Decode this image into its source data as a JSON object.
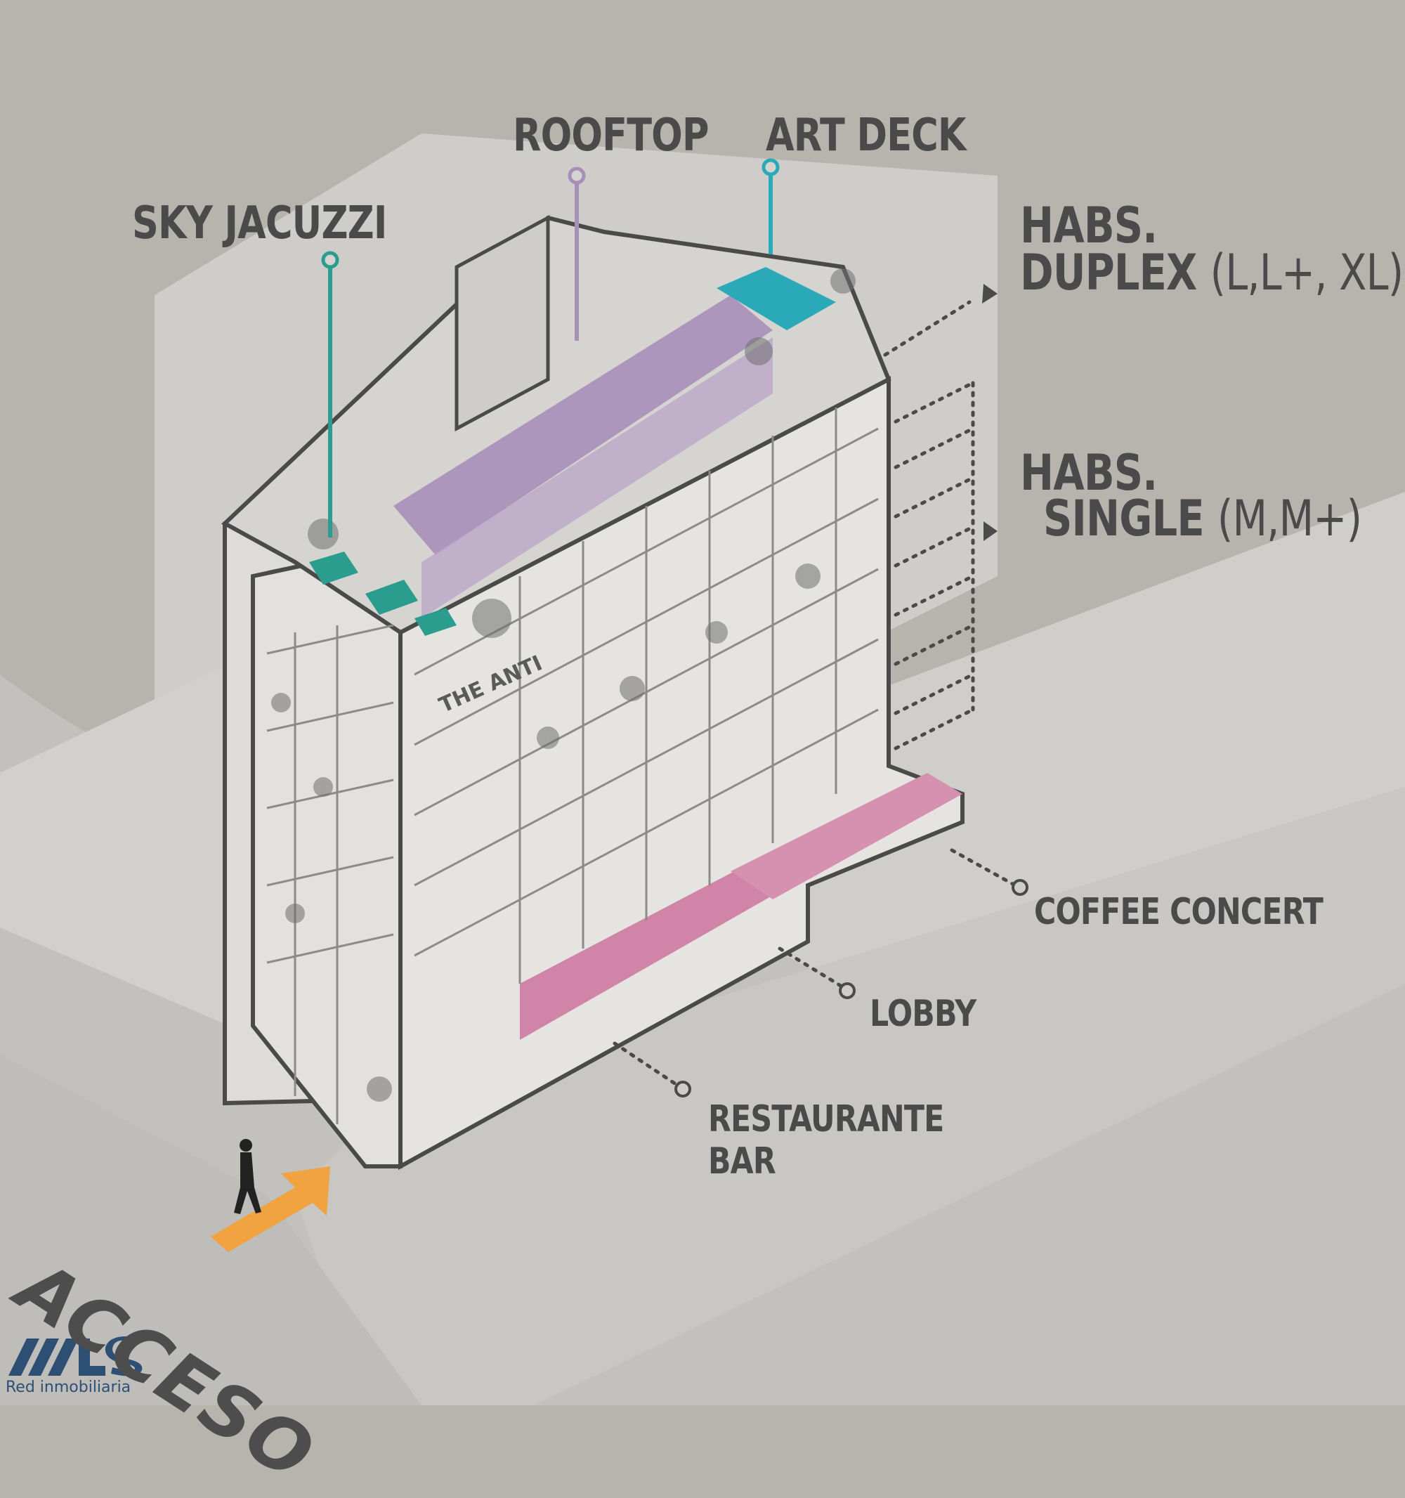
{
  "labels": {
    "rooftop": "ROOFTOP",
    "art_deck": "ART DECK",
    "sky_jacuzzi": "SKY JACUZZI",
    "habs_duplex_line1": "HABS.",
    "habs_duplex_line2": "DUPLEX",
    "habs_duplex_sizes": "(L,L+, XL)",
    "habs_single_line1": "HABS.",
    "habs_single_line2": "SINGLE",
    "habs_single_sizes": "(M,M+)",
    "coffee_concert": "COFFEE CONCERT",
    "lobby": "LOBBY",
    "restaurante_line1": "RESTAURANTE",
    "restaurante_line2": "BAR",
    "acceso": "ACCESO",
    "building_sign": "THE ANTI"
  },
  "logo": {
    "mark": "MLS",
    "subtitle": "Red inmobiliaria"
  },
  "colors": {
    "background": "#b7b4ae",
    "building": "#dcdbd8",
    "outline": "#4a4a4a",
    "rooftop_purple": "#a78fb8",
    "art_deck_teal": "#2aa9b8",
    "jacuzzi_green": "#2a9d8f",
    "ground_pink": "#cf84a8",
    "access_arrow": "#f0a340",
    "logo_blue": "#2e4f74"
  },
  "icons": [
    "walking-person-icon",
    "access-arrow-icon",
    "callout-ring-icon",
    "triangle-arrow-icon"
  ]
}
